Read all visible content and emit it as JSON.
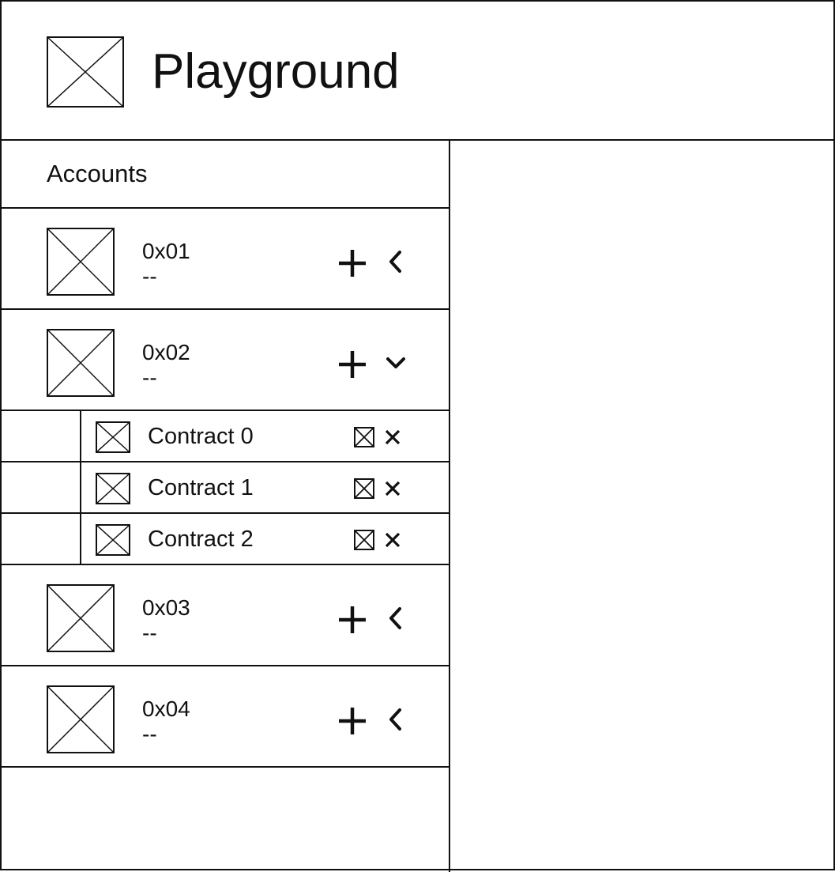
{
  "app": {
    "title": "Playground",
    "logo_icon": "image-placeholder-icon"
  },
  "sidebar": {
    "heading": "Accounts",
    "accounts": [
      {
        "address": "0x01",
        "balance": "--",
        "avatar_icon": "image-placeholder-icon",
        "add_icon": "plus-icon",
        "toggle_icon": "chevron-left-icon",
        "expanded": false,
        "contracts": []
      },
      {
        "address": "0x02",
        "balance": "--",
        "avatar_icon": "image-placeholder-icon",
        "add_icon": "plus-icon",
        "toggle_icon": "chevron-down-icon",
        "expanded": true,
        "contracts": [
          {
            "name": "Contract 0",
            "icon": "image-placeholder-icon",
            "open_icon": "boxed-x-icon",
            "remove_icon": "close-icon"
          },
          {
            "name": "Contract 1",
            "icon": "image-placeholder-icon",
            "open_icon": "boxed-x-icon",
            "remove_icon": "close-icon"
          },
          {
            "name": "Contract 2",
            "icon": "image-placeholder-icon",
            "open_icon": "boxed-x-icon",
            "remove_icon": "close-icon"
          }
        ]
      },
      {
        "address": "0x03",
        "balance": "--",
        "avatar_icon": "image-placeholder-icon",
        "add_icon": "plus-icon",
        "toggle_icon": "chevron-left-icon",
        "expanded": false,
        "contracts": []
      },
      {
        "address": "0x04",
        "balance": "--",
        "avatar_icon": "image-placeholder-icon",
        "add_icon": "plus-icon",
        "toggle_icon": "chevron-left-icon",
        "expanded": false,
        "contracts": []
      }
    ]
  },
  "colors": {
    "line": "#111111",
    "background": "#ffffff"
  }
}
